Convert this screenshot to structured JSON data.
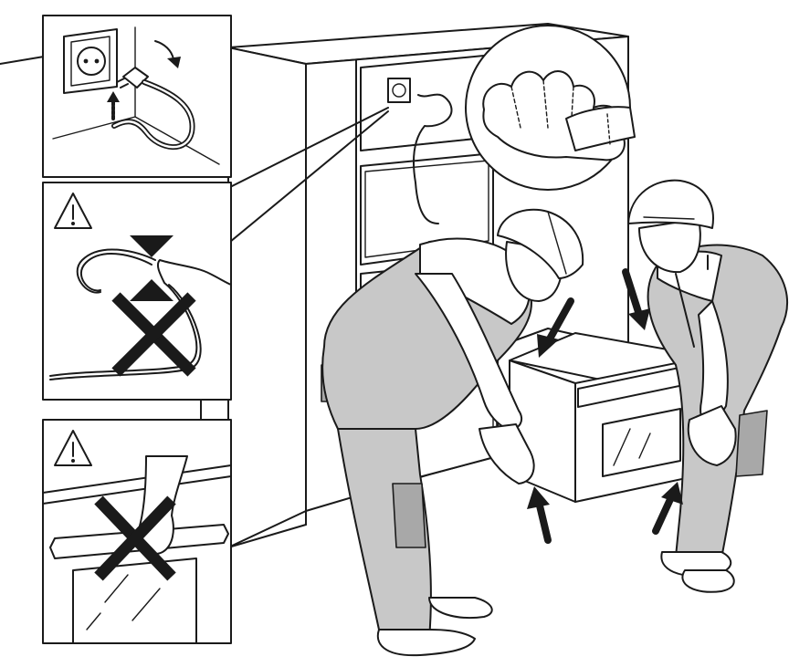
{
  "diagram": {
    "panels": [
      {
        "id": "plug",
        "icon": "power-plug-icon"
      },
      {
        "id": "cable-warning",
        "icon": "warning-triangle-icon",
        "forbidden": "cross-out-icon"
      },
      {
        "id": "handle-warning",
        "icon": "warning-triangle-icon",
        "forbidden": "cross-out-icon"
      }
    ],
    "figures": [
      "installer-left",
      "installer-right"
    ],
    "accessory": "protective-gloves-icon",
    "colors": {
      "line": "#1a1a1a",
      "clothing": "#c8c8c8",
      "patch": "#a8a8a8",
      "background": "#ffffff"
    }
  }
}
